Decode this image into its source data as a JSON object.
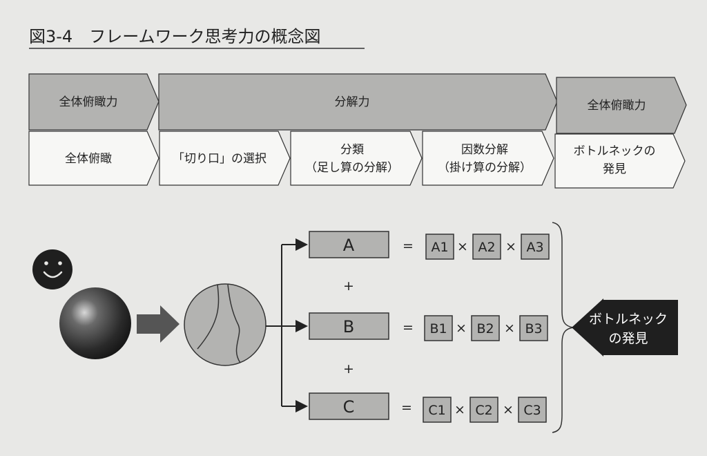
{
  "title": "図3-4　フレームワーク思考力の概念図",
  "top_row": {
    "phase1": "全体俯瞰力",
    "phase2": "分解力",
    "phase3": "全体俯瞰力"
  },
  "steps": [
    {
      "line1": "全体俯瞰",
      "line2": ""
    },
    {
      "line1": "「切り口」の選択",
      "line2": ""
    },
    {
      "line1": "分類",
      "line2": "（足し算の分解）"
    },
    {
      "line1": "因数分解",
      "line2": "（掛け算の分解）"
    },
    {
      "line1": "ボトルネックの",
      "line2": "発見"
    }
  ],
  "decomp": {
    "rows": [
      {
        "label": "A",
        "factors": [
          "A1",
          "A2",
          "A3"
        ]
      },
      {
        "label": "B",
        "factors": [
          "B1",
          "B2",
          "B3"
        ]
      },
      {
        "label": "C",
        "factors": [
          "C1",
          "C2",
          "C3"
        ]
      }
    ],
    "plus": "+",
    "equals": "=",
    "times": "×"
  },
  "callout": {
    "line1": "ボトルネック",
    "line2": "の発見"
  },
  "colors": {
    "box_gray": "#b3b3b1",
    "dark": "#222222",
    "paper": "#e8e8e6"
  }
}
